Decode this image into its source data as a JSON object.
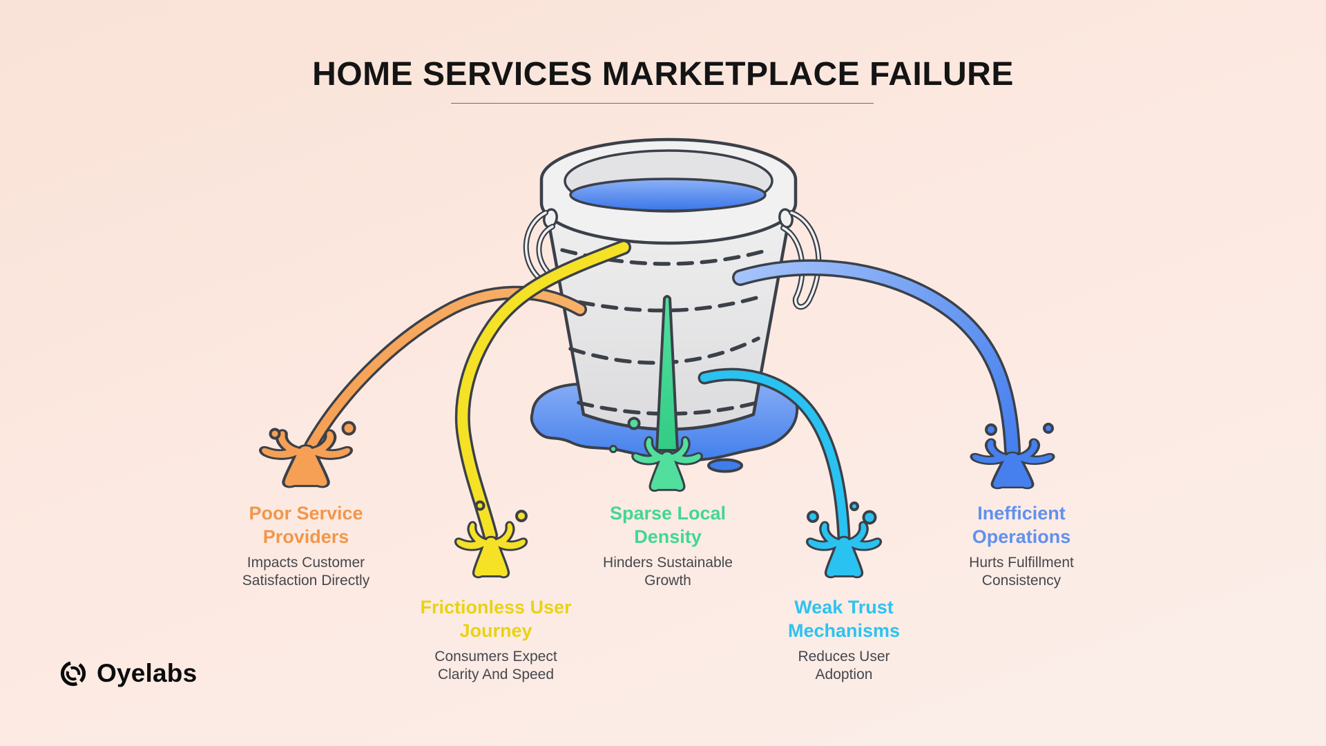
{
  "title": "HOME SERVICES MARKETPLACE FAILURE",
  "brand": {
    "name": "Oyelabs"
  },
  "illustration": {
    "description": "leaky bucket full of water with five colored leak streams",
    "icons": [
      "leaky-bucket-icon",
      "water-puddle-icon",
      "splash-icon"
    ]
  },
  "leaks": [
    {
      "id": "poor-service-providers",
      "color": "#F2964A",
      "heading_lines": [
        "Poor Service",
        "Providers"
      ],
      "sub_lines": [
        "Impacts Customer",
        "Satisfaction Directly"
      ]
    },
    {
      "id": "frictionless-user-journey",
      "color": "#E8D313",
      "heading_lines": [
        "Frictionless User",
        "Journey"
      ],
      "sub_lines": [
        "Consumers Expect",
        "Clarity And Speed"
      ]
    },
    {
      "id": "sparse-local-density",
      "color": "#42D792",
      "heading_lines": [
        "Sparse Local",
        "Density"
      ],
      "sub_lines": [
        "Hinders Sustainable",
        "Growth"
      ]
    },
    {
      "id": "weak-trust-mechanisms",
      "color": "#2EC2F1",
      "heading_lines": [
        "Weak Trust",
        "Mechanisms"
      ],
      "sub_lines": [
        "Reduces User",
        "Adoption"
      ]
    },
    {
      "id": "inefficient-operations",
      "color": "#6190EE",
      "heading_lines": [
        "Inefficient",
        "Operations"
      ],
      "sub_lines": [
        "Hurts Fulfillment",
        "Consistency"
      ]
    }
  ],
  "colors": {
    "title": "#141414",
    "sub": "#45464C",
    "underline": "#6E6E6E",
    "outline": "#3B4049",
    "stream_orange": "#F5A055",
    "stream_yellow": "#F5E126",
    "stream_cyan": "#2AC2F0",
    "green_light": "#52DF9E",
    "green_deep": "#2BC87F",
    "blue_light": "#A5C3F9",
    "blue_deep": "#4680EE",
    "water_top": "#8FB4F7",
    "water_deep": "#3A75E9",
    "puddle_top": "#86ACF5",
    "puddle_deep": "#3F7DEB",
    "bucket": "#F0F0F1",
    "bucket_deep": "#DADADC",
    "rim": "#F1F1F2",
    "mouth": "#E3E3E5"
  }
}
